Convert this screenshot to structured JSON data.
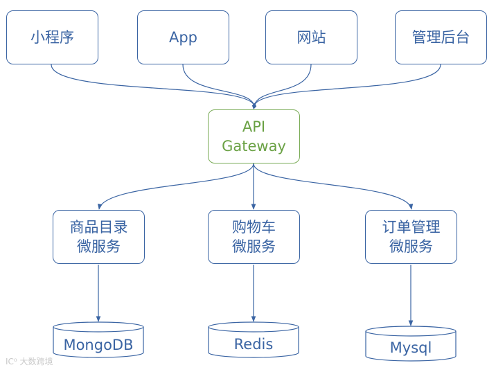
{
  "clients": [
    {
      "label": "小程序"
    },
    {
      "label": "App"
    },
    {
      "label": "网站"
    },
    {
      "label": "管理后台"
    }
  ],
  "gateway": {
    "line1": "API",
    "line2": "Gateway"
  },
  "services": [
    {
      "line1": "商品目录",
      "line2": "微服务"
    },
    {
      "line1": "购物车",
      "line2": "微服务"
    },
    {
      "line1": "订单管理",
      "line2": "微服务"
    }
  ],
  "databases": [
    {
      "label": "MongoDB"
    },
    {
      "label": "Redis"
    },
    {
      "label": "Mysql"
    }
  ],
  "watermark": "IC⁰ 大数跨境",
  "colors": {
    "primary": "#3a64a3",
    "gateway": "#79ab56",
    "watermark": "#c9c9c9"
  }
}
